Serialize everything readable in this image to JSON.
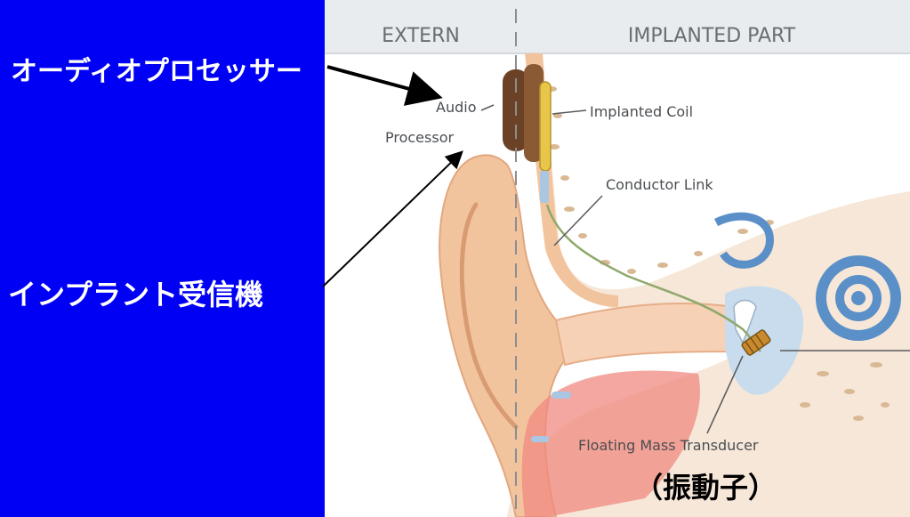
{
  "header": {
    "left": "EXTERN",
    "right": "IMPLANTED PART"
  },
  "labels": {
    "audio_processor_line1": "Audio",
    "audio_processor_line2": "Processor",
    "implanted_coil": "Implanted Coil",
    "conductor_link": "Conductor Link",
    "floating_mass": "Floating Mass Transducer"
  },
  "annotations": {
    "audio_processor_jp": "オーディオプロセッサー",
    "receiver_jp": "インプラント受信機",
    "transducer_jp": "（振動子）"
  },
  "colors": {
    "background": "#0000F5",
    "panel": "#FFFFFF",
    "header": "#E8ECEF",
    "skin": "#F2C49E",
    "bone": "#F4E4D4",
    "cochlea": "#5A8FC8"
  }
}
